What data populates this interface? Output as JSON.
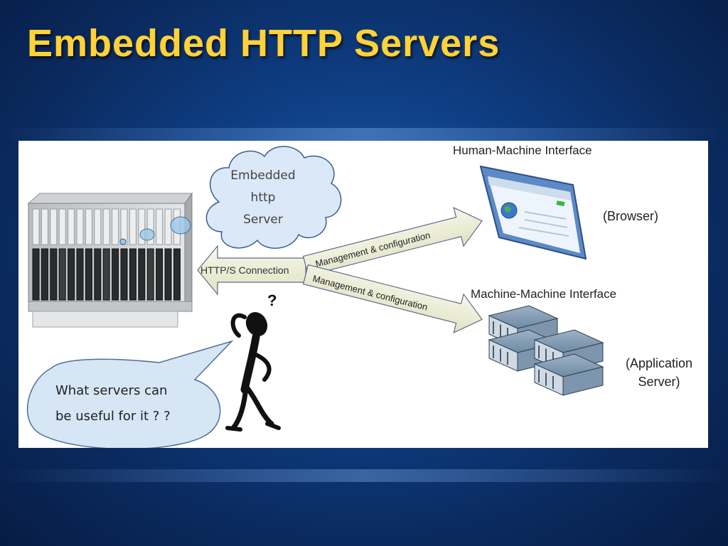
{
  "slide": {
    "title": "Embedded HTTP Servers"
  },
  "diagram": {
    "cloud_lines": [
      "Embedded",
      "http",
      "Server"
    ],
    "connection_label": "HTTP/S Connection",
    "upper_arrow_label": "Management & configuration",
    "lower_arrow_label": "Management & configuration",
    "hmi_title": "Human-Machine Interface",
    "hmi_caption": "(Browser)",
    "mmi_title": "Machine-Machine Interface",
    "mmi_caption_line1": "(Application",
    "mmi_caption_line2": "Server)",
    "question_mark": "?",
    "speech_line1": "What servers can",
    "speech_line2": "be useful for it ? ?"
  },
  "icons": {
    "device": "telecom-rack-chassis",
    "hmi": "browser-window",
    "mmi": "server-stack",
    "person": "confused-stick-figure"
  }
}
